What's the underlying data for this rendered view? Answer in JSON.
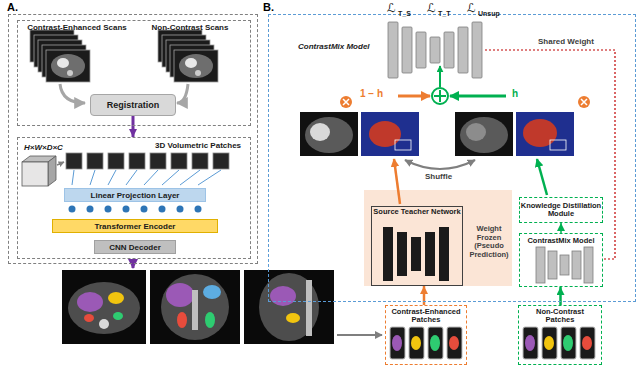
{
  "diagram": {
    "nodes": [
      {
        "text": [
          "A."
        ]
      },
      {
        "text": [
          "Contrast-Enhanced Scans",
          "Non-Contrast Scans"
        ],
        "in": 0
      },
      {
        "text": [
          "Registration"
        ],
        "in": 1
      },
      {
        "text": [
          "H×W×D×C",
          "3D Volumetric Patches"
        ],
        "in": 0
      },
      {
        "text": [
          "Linear Projection Layer"
        ],
        "in": 3
      },
      {
        "text": [
          "Transformer Encoder"
        ],
        "in": 3
      },
      {
        "text": [
          "CNN Decoder"
        ],
        "in": 3
      },
      {
        "text": [
          "B."
        ]
      },
      {
        "text": [
          "Weight Frozen (Pseudo Prediction)"
        ],
        "in": 7
      },
      {
        "text": [
          "Source Teacher Network"
        ],
        "in": 8
      },
      {
        "text": [
          "Knowledge Distillation Module"
        ],
        "in": 7
      },
      {
        "text": [
          "ContrastMix Model"
        ],
        "in": 7
      },
      {
        "text": [
          "Contrast-Enhanced Patches"
        ]
      },
      {
        "text": [
          "Non-Contrast Patches"
        ]
      }
    ],
    "edges": [
      {
        "from": 2,
        "to": 3,
        "arrow": "to"
      },
      {
        "from": 12,
        "to": 9,
        "arrow": "to"
      },
      {
        "from": 13,
        "to": 11,
        "arrow": "to"
      },
      {
        "from": 11,
        "to": 10,
        "arrow": "to"
      }
    ],
    "labels": [
      "ℒ",
      "T_S",
      "ℒ",
      "T_T",
      "ℒ",
      "Unsup",
      "ContrastMix Model",
      "Shared Weight",
      "1 − h",
      "h",
      "Shuffle"
    ]
  }
}
